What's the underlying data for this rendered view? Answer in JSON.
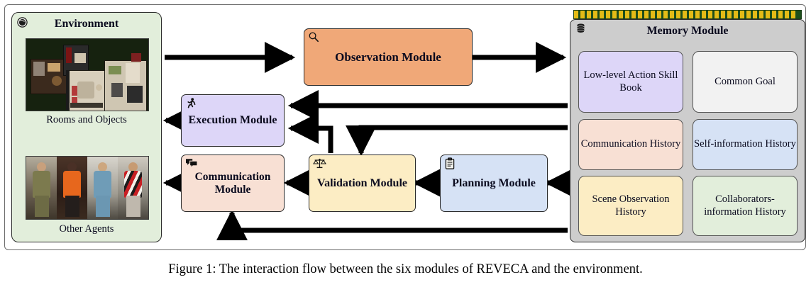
{
  "figure": {
    "caption": "Figure 1: The interaction flow between the six modules of REVECA and the environment."
  },
  "environment": {
    "title": "Environment",
    "icon": "globe-icon",
    "caption_rooms": "Rooms and Objects",
    "caption_agents": "Other Agents",
    "panel_color": "#e2eedb"
  },
  "modules": [
    {
      "id": "observation",
      "label": "Observation Module",
      "icon": "magnifier-icon",
      "color": "#f0a878"
    },
    {
      "id": "execution",
      "label": "Execution Module",
      "icon": "running-person-icon",
      "color": "#ddd6f8"
    },
    {
      "id": "communication",
      "label": "Communication Module",
      "icon": "speech-bubbles-icon",
      "color": "#f8e0d4"
    },
    {
      "id": "validation",
      "label": "Validation Module",
      "icon": "balance-scale-icon",
      "color": "#fcedc4"
    },
    {
      "id": "planning",
      "label": "Planning Module",
      "icon": "clipboard-icon",
      "color": "#d6e2f5"
    }
  ],
  "memory": {
    "title": "Memory Module",
    "icon": "database-icon",
    "panel_color": "#cdcdcd",
    "stripe_dark": "#1d4f1c",
    "stripe_light": "#e4bb16",
    "cells": [
      {
        "label": "Low-level Action Skill Book",
        "color": "#ddd6f8"
      },
      {
        "label": "Common Goal",
        "color": "#f2f2f2"
      },
      {
        "label": "Communication History",
        "color": "#f8e0d4"
      },
      {
        "label": "Self-information History",
        "color": "#d6e2f5"
      },
      {
        "label": "Scene Observation History",
        "color": "#fcedc4"
      },
      {
        "label": "Collaborators-information History",
        "color": "#e2eedb"
      }
    ]
  },
  "flows": [
    {
      "from": "environment",
      "to": "observation",
      "name": "environment-to-observation"
    },
    {
      "from": "observation",
      "to": "memory",
      "name": "observation-to-memory"
    },
    {
      "from": "memory",
      "to": "execution",
      "name": "memory-to-execution"
    },
    {
      "from": "memory",
      "to": "validation",
      "name": "memory-to-validation"
    },
    {
      "from": "memory",
      "to": "planning",
      "name": "memory-to-planning"
    },
    {
      "from": "memory",
      "to": "communication",
      "name": "memory-to-communication"
    },
    {
      "from": "planning",
      "to": "validation",
      "name": "planning-to-validation"
    },
    {
      "from": "validation",
      "to": "communication",
      "name": "validation-to-communication"
    },
    {
      "from": "validation",
      "to": "execution",
      "name": "validation-to-execution"
    },
    {
      "from": "execution",
      "to": "environment",
      "name": "execution-to-environment"
    },
    {
      "from": "communication",
      "to": "environment",
      "name": "communication-to-environment"
    }
  ]
}
